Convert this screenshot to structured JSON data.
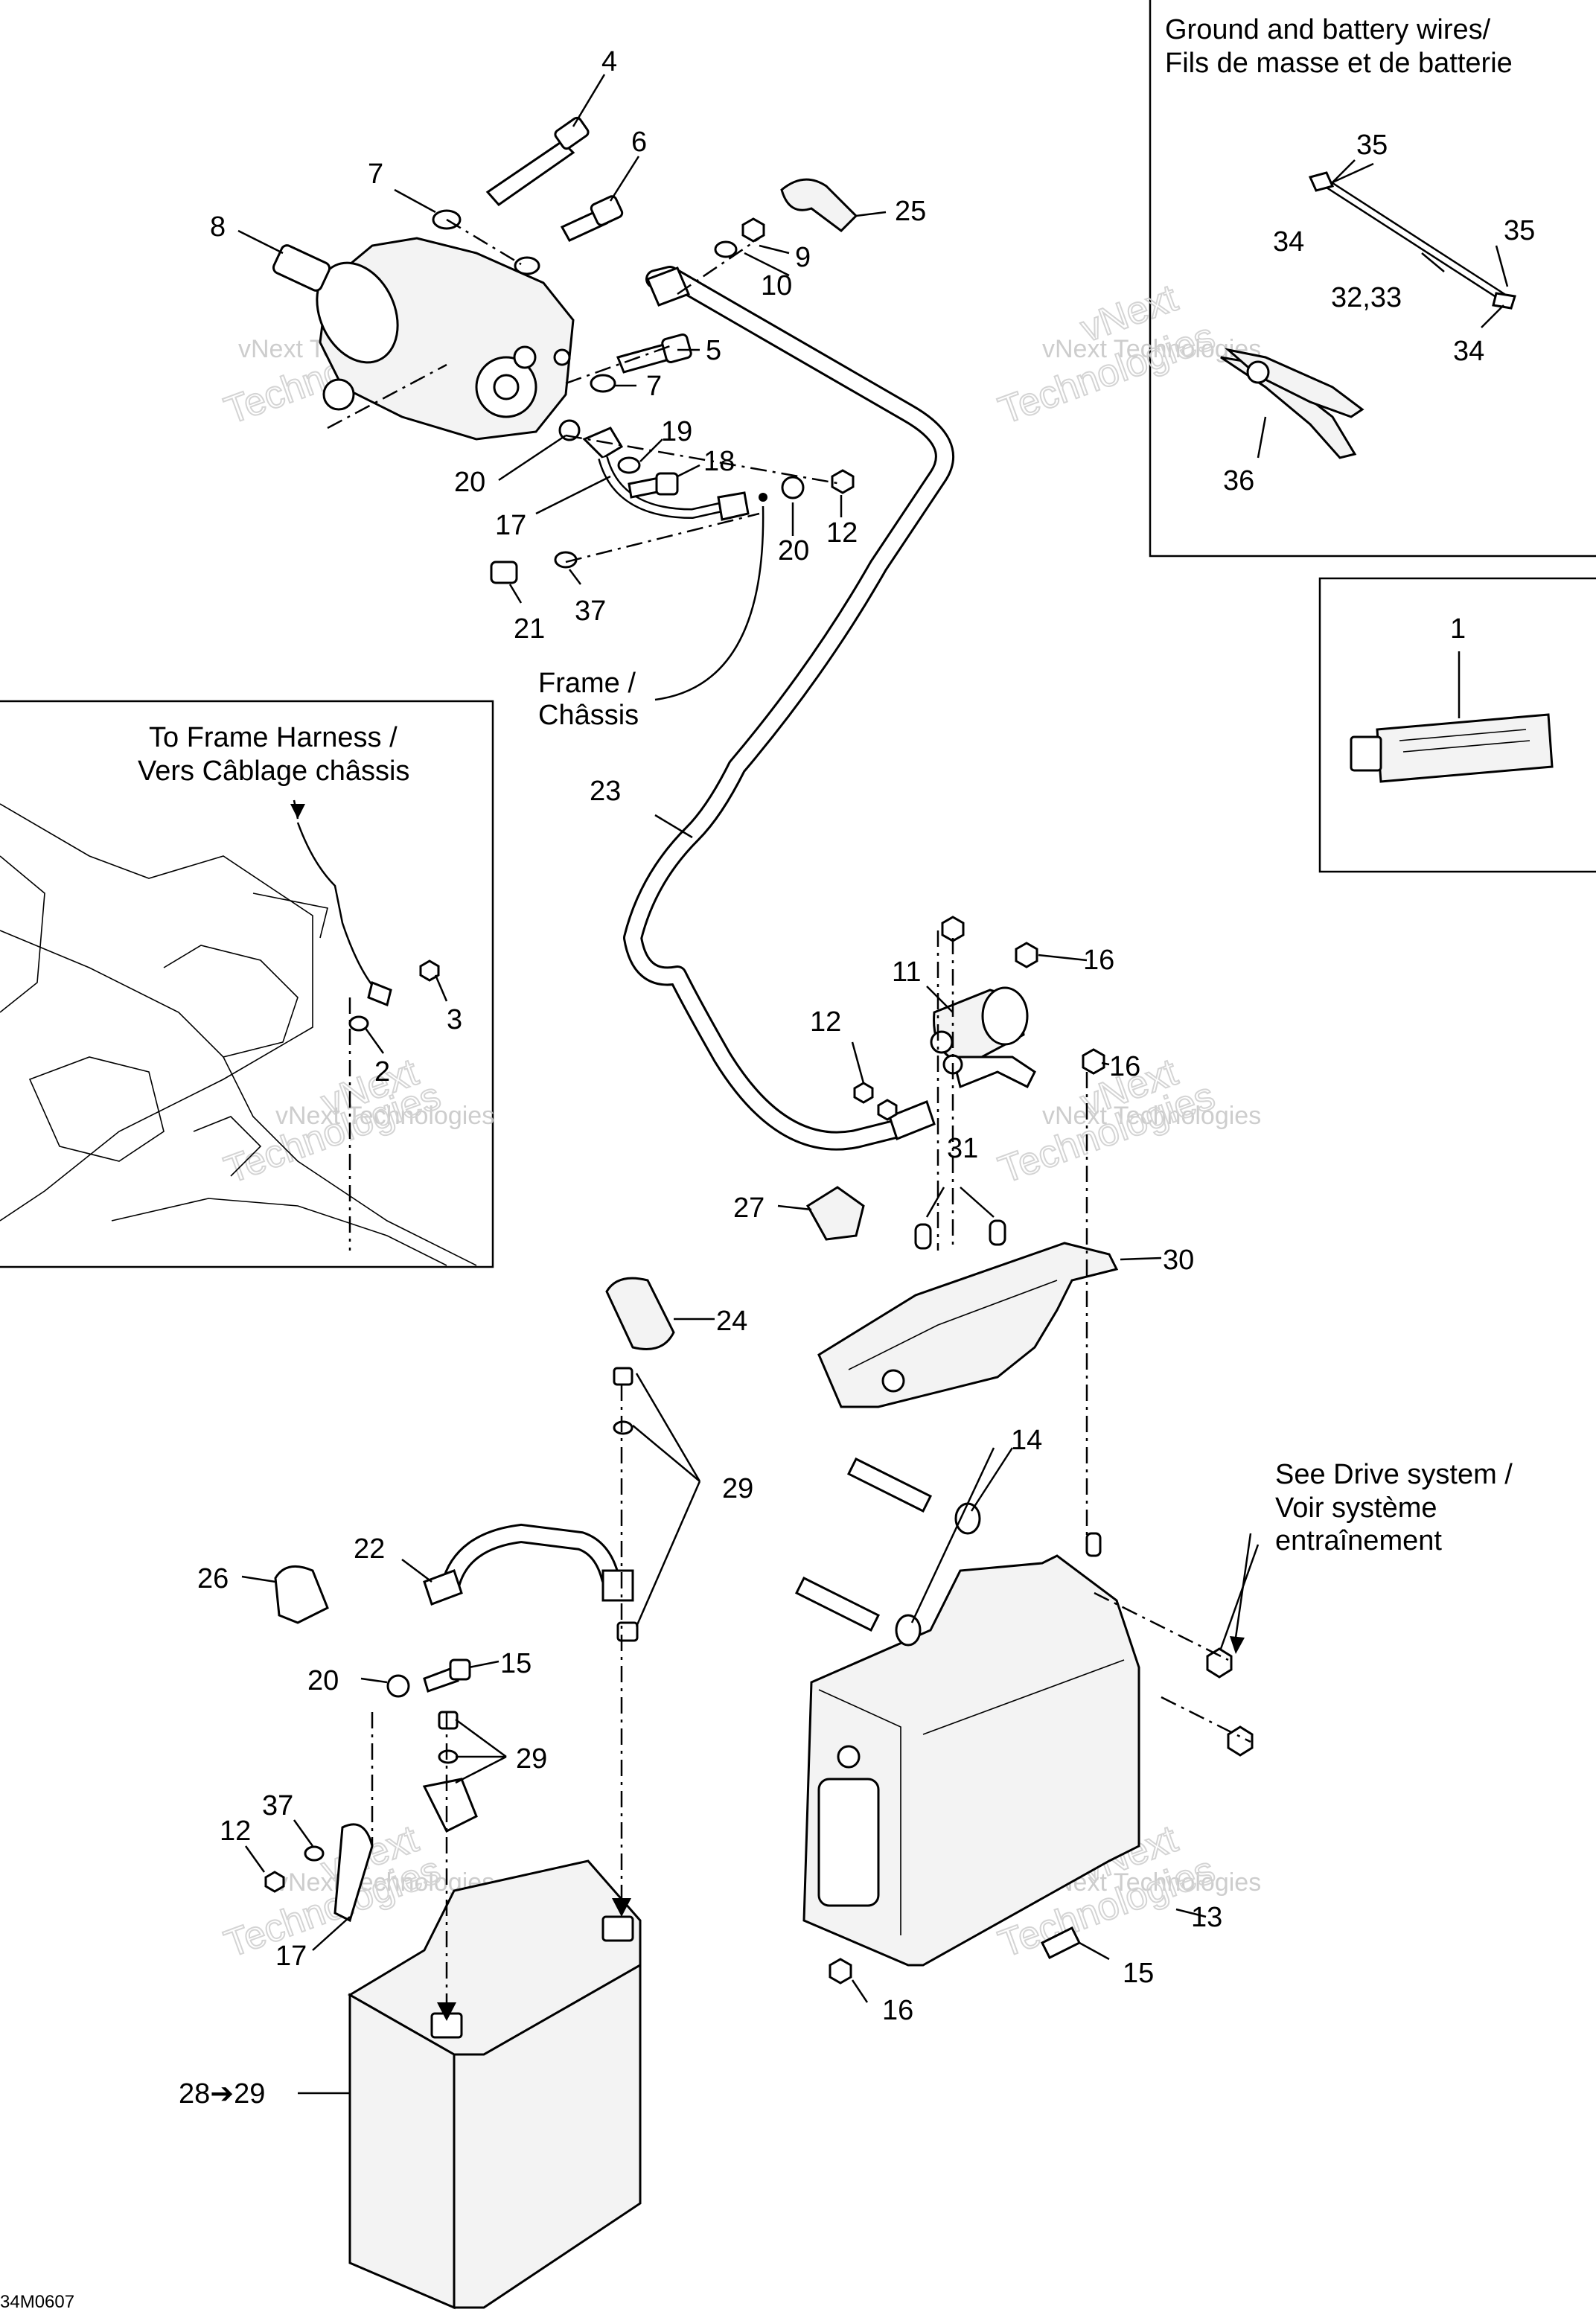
{
  "diagram_id": "34M0607",
  "notes": {
    "ground_battery_line1": "Ground and battery wires/",
    "ground_battery_line2": "Fils de masse et de batterie",
    "frame_line1": "Frame /",
    "frame_line2": "Châssis",
    "frame_harness_line1": "To Frame Harness /",
    "frame_harness_line2": "Vers Câblage châssis",
    "drive_line1": "See Drive system /",
    "drive_line2": "Voir système",
    "drive_line3": "entraînement"
  },
  "watermark": {
    "line1": "vNext Technologies",
    "line2": "vNext",
    "line3": "Technologies"
  },
  "callouts": {
    "c4": "4",
    "c6": "6",
    "c7a": "7",
    "c8": "8",
    "c25": "25",
    "c9": "9",
    "c10": "10",
    "c5": "5",
    "c7b": "7",
    "c19": "19",
    "c18": "18",
    "c20a": "20",
    "c17a": "17",
    "c20b": "20",
    "c12a": "12",
    "c21": "21",
    "c37a": "37",
    "c35a": "35",
    "c34a": "34",
    "c35b": "35",
    "c3233": "32,33",
    "c34b": "34",
    "c36": "36",
    "c1": "1",
    "c3": "3",
    "c2": "2",
    "c23": "23",
    "c11": "11",
    "c16a": "16",
    "c12b": "12",
    "c16b": "16",
    "c31": "31",
    "c27": "27",
    "c30": "30",
    "c24": "24",
    "c29a": "29",
    "c14": "14",
    "c22": "22",
    "c26": "26",
    "c20c": "20",
    "c15a": "15",
    "c29b": "29",
    "c37b": "37",
    "c12c": "12",
    "c17b": "17",
    "c13": "13",
    "c15b": "15",
    "c16c": "16",
    "c2829": "28➔29"
  }
}
